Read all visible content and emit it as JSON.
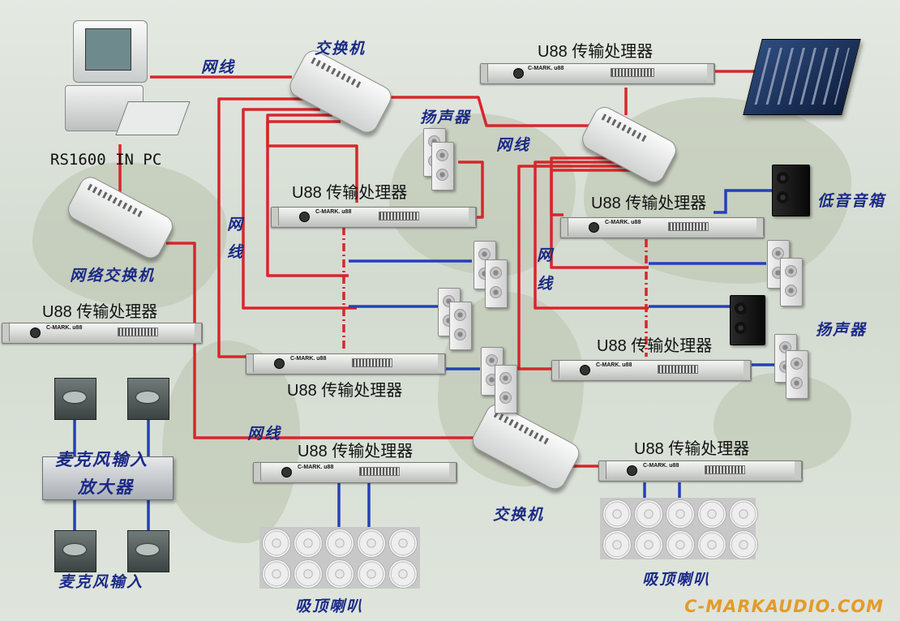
{
  "labels": {
    "pc": "RS1600 IN PC",
    "switch_top": "交换机",
    "switch_left": "网络交换机",
    "switch_bottom": "交换机",
    "cable_top": "网线",
    "cable_mid_left_1": "网",
    "cable_mid_left_2": "线",
    "cable_right_top": "网线",
    "cable_right_mid_1": "网",
    "cable_right_mid_2": "线",
    "cable_bottom": "网线",
    "speaker_top": "扬声器",
    "speaker_right": "扬声器",
    "subwoofer": "低音音箱",
    "mic_amp": "麦克风输入",
    "amplifier": "放大器",
    "mic_bottom": "麦克风输入",
    "ceiling_left": "吸顶喇叭",
    "ceiling_right": "吸顶喇叭"
  },
  "processors": {
    "title": "U88 传输处理器",
    "brand": "C-MARK. u88"
  },
  "watermark": "C-MARKAUDIO.COM",
  "colors": {
    "network_cable": "#d8262b",
    "audio_cable": "#2540b8",
    "label_blue": "#1b2a86",
    "watermark": "#e39b2b"
  }
}
